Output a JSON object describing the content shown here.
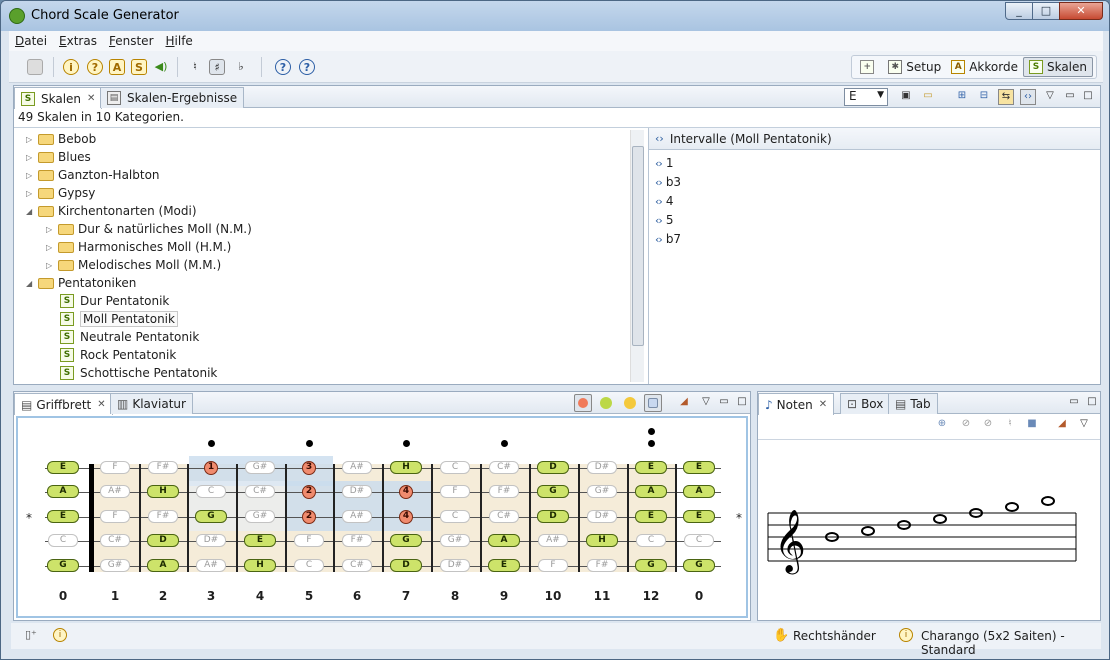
{
  "window": {
    "title": "Chord Scale Generator",
    "min": "_",
    "max": "□",
    "close": "✕"
  },
  "menu": [
    {
      "u": "D",
      "rest": "atei"
    },
    {
      "u": "E",
      "rest": "xtras"
    },
    {
      "u": "F",
      "rest": "enster"
    },
    {
      "u": "H",
      "rest": "ilfe"
    }
  ],
  "perspectives": {
    "setup": "Setup",
    "chords": "Akkorde",
    "scales": "Skalen"
  },
  "top_left": {
    "tab1": "Skalen",
    "tab2": "Skalen-Ergebnisse",
    "summary": "49 Skalen in 10 Kategorien.",
    "key_select": "E",
    "tree": [
      {
        "t": "folder",
        "label": "Bebob",
        "lvl": 0,
        "open": false
      },
      {
        "t": "folder",
        "label": "Blues",
        "lvl": 0,
        "open": false
      },
      {
        "t": "folder",
        "label": "Ganzton-Halbton",
        "lvl": 0,
        "open": false
      },
      {
        "t": "folder",
        "label": "Gypsy",
        "lvl": 0,
        "open": false
      },
      {
        "t": "folder",
        "label": "Kirchentonarten (Modi)",
        "lvl": 0,
        "open": true
      },
      {
        "t": "folder",
        "label": "Dur & natürliches Moll (N.M.)",
        "lvl": 1,
        "open": false
      },
      {
        "t": "folder",
        "label": "Harmonisches Moll (H.M.)",
        "lvl": 1,
        "open": false
      },
      {
        "t": "folder",
        "label": "Melodisches Moll (M.M.)",
        "lvl": 1,
        "open": false
      },
      {
        "t": "folder",
        "label": "Pentatoniken",
        "lvl": 0,
        "open": true
      },
      {
        "t": "scale",
        "label": "Dur Pentatonik",
        "lvl": 1
      },
      {
        "t": "scale",
        "label": "Moll Pentatonik",
        "lvl": 1,
        "sel": true
      },
      {
        "t": "scale",
        "label": "Neutrale Pentatonik",
        "lvl": 1
      },
      {
        "t": "scale",
        "label": "Rock Pentatonik",
        "lvl": 1
      },
      {
        "t": "scale",
        "label": "Schottische Pentatonik",
        "lvl": 1
      }
    ]
  },
  "intervals": {
    "header": "Intervalle (Moll Pentatonik)",
    "items": [
      "1",
      "b3",
      "4",
      "5",
      "b7"
    ]
  },
  "fretboard": {
    "tab1": "Griffbrett",
    "tab2": "Klaviatur",
    "star": "*",
    "fret_numbers": [
      "0",
      "1",
      "2",
      "3",
      "4",
      "5",
      "6",
      "7",
      "8",
      "9",
      "10",
      "11",
      "12",
      "0"
    ],
    "strings": [
      [
        "E",
        "F",
        "F#",
        "1",
        "G#",
        "3",
        "A#",
        "H",
        "C",
        "C#",
        "D",
        "D#",
        "E",
        "E"
      ],
      [
        "A",
        "A#",
        "H",
        "C",
        "C#",
        "2",
        "D#",
        "4",
        "F",
        "F#",
        "G",
        "G#",
        "A",
        "A"
      ],
      [
        "E",
        "F",
        "F#",
        "G",
        "G#",
        "2",
        "A#",
        "4",
        "C",
        "C#",
        "D",
        "D#",
        "E",
        "E"
      ],
      [
        "C",
        "C#",
        "D",
        "D#",
        "E",
        "F",
        "F#",
        "G",
        "G#",
        "A",
        "A#",
        "H",
        "C",
        "C"
      ],
      [
        "G",
        "G#",
        "A",
        "A#",
        "H",
        "C",
        "C#",
        "D",
        "D#",
        "E",
        "F",
        "F#",
        "G",
        "G"
      ]
    ],
    "kinds": [
      [
        "r",
        "o",
        "o",
        "s",
        "o",
        "s",
        "o",
        "r",
        "o",
        "o",
        "r",
        "o",
        "r",
        "r"
      ],
      [
        "r",
        "o",
        "r",
        "o",
        "o",
        "s",
        "o",
        "s",
        "o",
        "o",
        "r",
        "o",
        "r",
        "r"
      ],
      [
        "r",
        "o",
        "o",
        "r",
        "o",
        "s",
        "o",
        "s",
        "o",
        "o",
        "r",
        "o",
        "r",
        "r"
      ],
      [
        "o",
        "o",
        "r",
        "o",
        "r",
        "o",
        "o",
        "r",
        "o",
        "r",
        "o",
        "r",
        "o",
        "o"
      ],
      [
        "r",
        "o",
        "r",
        "o",
        "r",
        "o",
        "o",
        "r",
        "o",
        "r",
        "o",
        "o",
        "r",
        "r"
      ]
    ]
  },
  "notation": {
    "tab1": "Noten",
    "tab2": "Box",
    "tab3": "Tab"
  },
  "status": {
    "hand": "Rechtshänder",
    "instrument": "Charango (5x2 Saiten) - Standard"
  }
}
